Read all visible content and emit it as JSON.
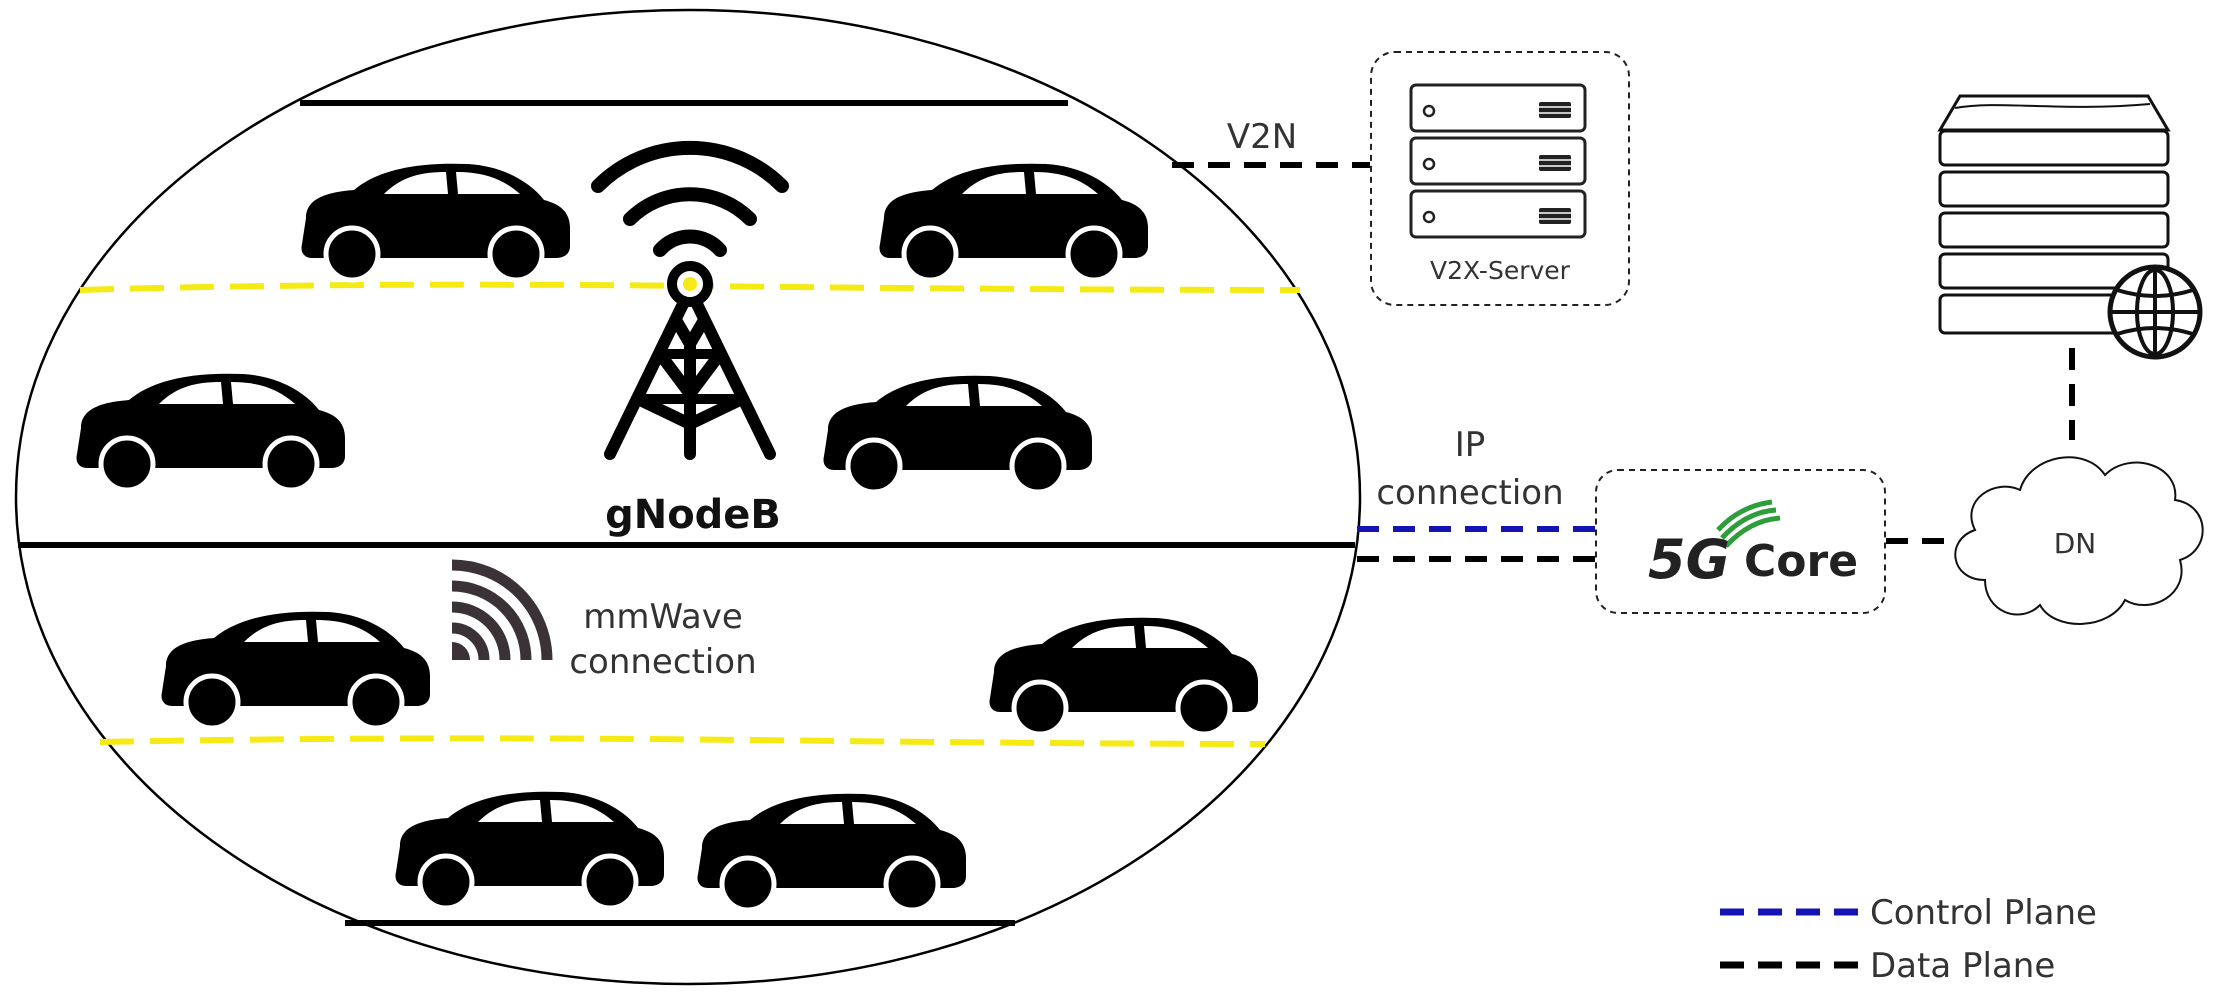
{
  "labels": {
    "v2n": "V2N",
    "v2x_server": "V2X-Server",
    "ip_connection_line1": "IP",
    "ip_connection_line2": "connection",
    "gnodeb": "gNodeB",
    "mmwave_line1": "mmWave",
    "mmwave_line2": "connection",
    "core_5g": "5G",
    "core_word": "Core",
    "dn": "DN"
  },
  "legend": [
    {
      "label": "Control Plane",
      "color": "#1414b4"
    },
    {
      "label": "Data Plane",
      "color": "#000000"
    }
  ],
  "colors": {
    "lane_marking": "#f5ea14",
    "road_line": "#000000",
    "control_plane": "#1414b4",
    "data_plane": "#000000",
    "antenna_mmwave": "#3a3236",
    "core_signal": "#2e9e3a"
  },
  "icons": {
    "vehicle": "car-icon",
    "tower": "cell-tower-icon",
    "server": "server-rack-icon",
    "internet_server": "server-with-globe-icon",
    "cloud": "cloud-icon",
    "mmwave": "signal-waves-icon"
  }
}
